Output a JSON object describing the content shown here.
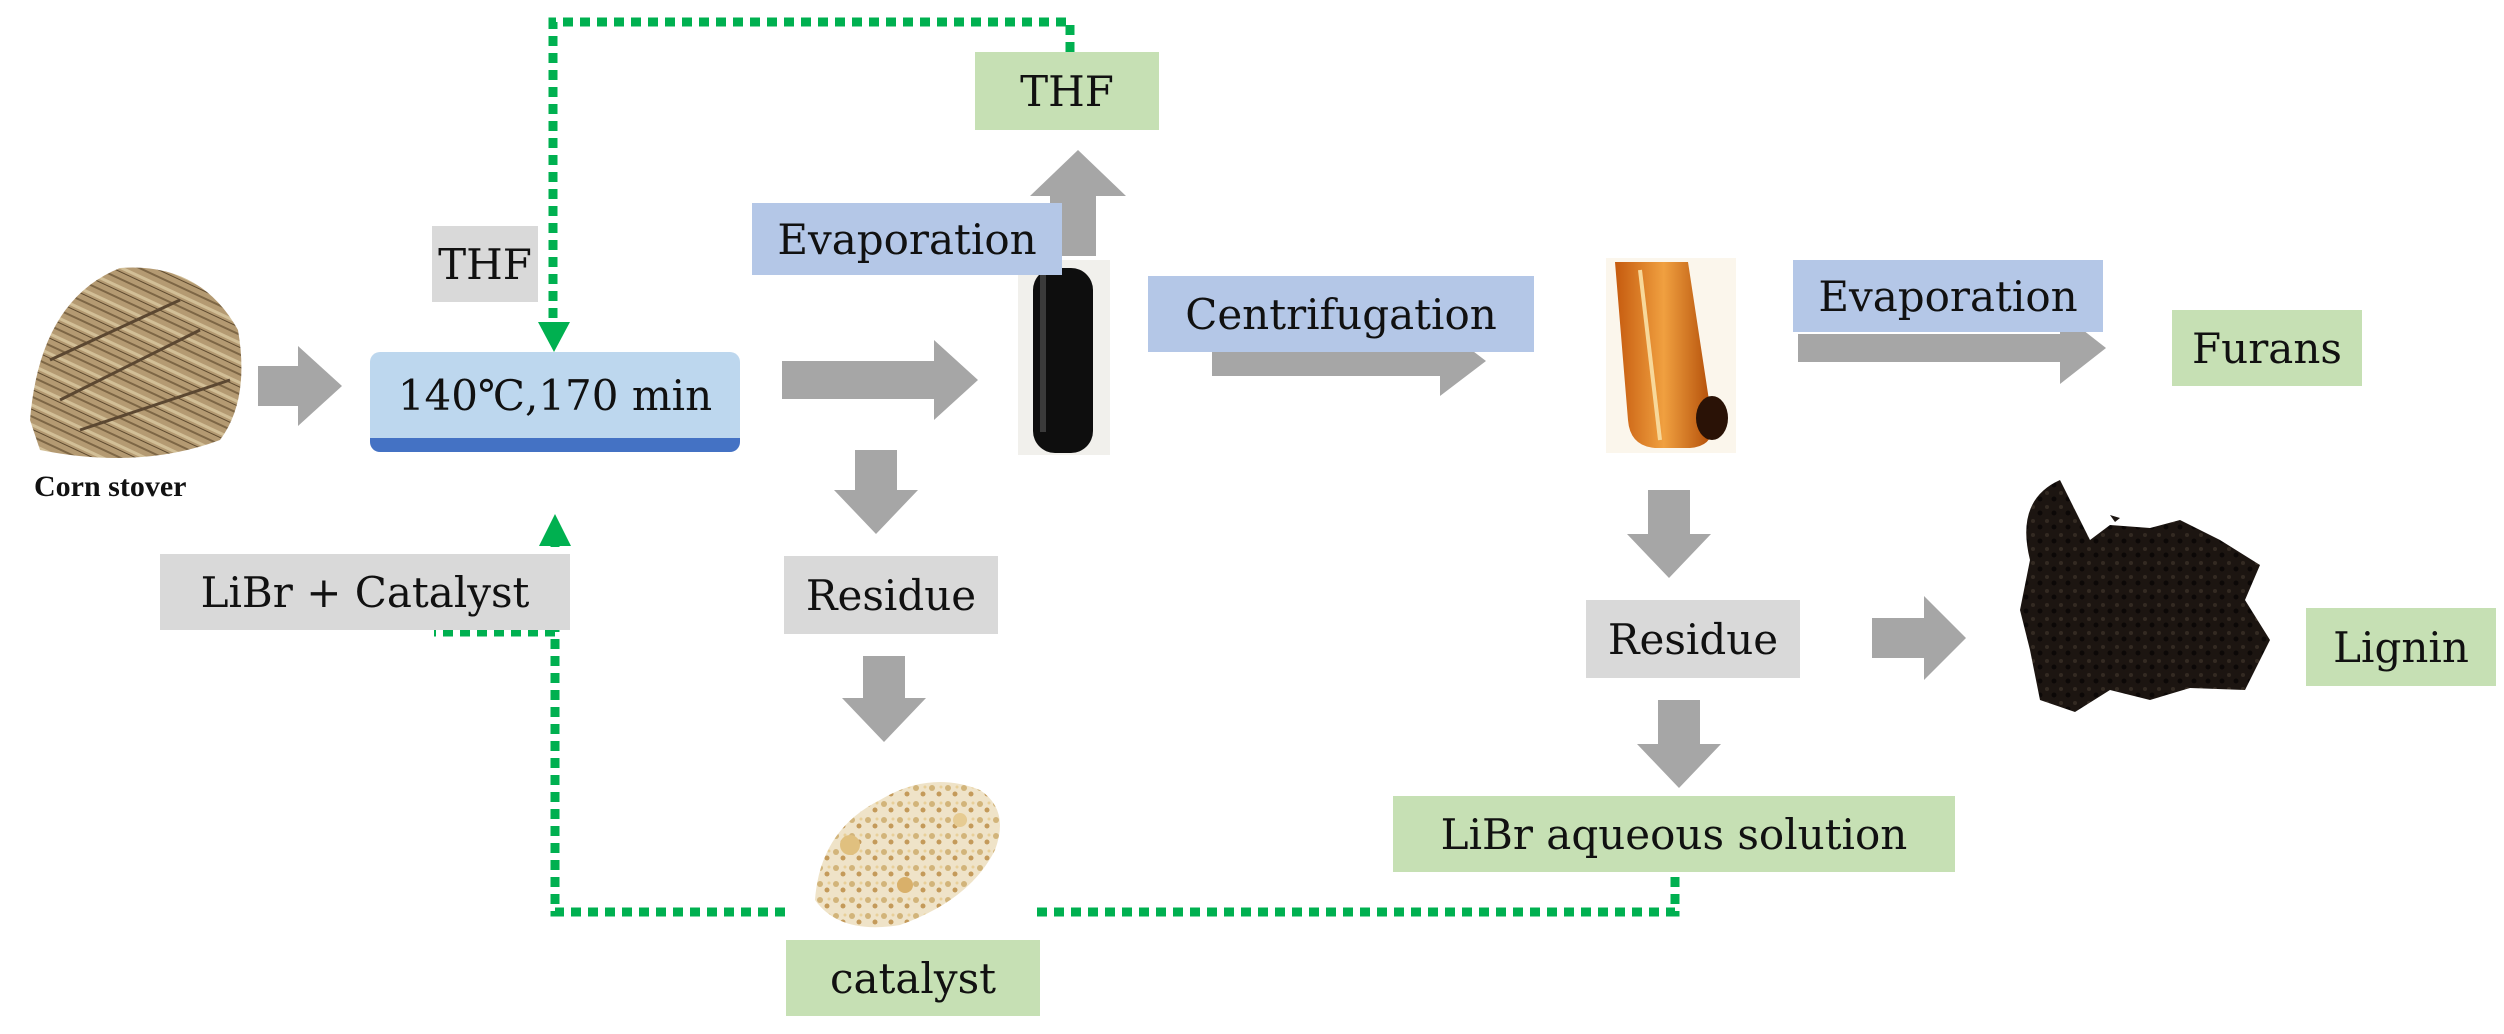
{
  "colors": {
    "flow_arrow": "#a6a6a6",
    "recycle_line": "#00b050",
    "reactor_box": "#bdd7ee",
    "reactor_border": "#4472c4",
    "label_grey": "#d9d9d9",
    "label_green": "#c6e0b4",
    "label_blue": "#b4c7e7"
  },
  "feed": {
    "caption": "Corn stover",
    "thf": "THF",
    "libr_catalyst": "LiBr + Catalyst"
  },
  "reactor": {
    "conditions": "140℃,170 min"
  },
  "steps": {
    "evaporation_1": "Evaporation",
    "centrifugation": "Centrifugation",
    "evaporation_2": "Evaporation"
  },
  "outputs": {
    "thf_recovered": "THF",
    "furans": "Furans",
    "lignin": "Lignin",
    "catalyst": "catalyst",
    "libr_solution": "LiBr aqueous solution"
  },
  "intermediates": {
    "residue_1": "Residue",
    "residue_2": "Residue"
  },
  "images": [
    "corn-stover-photo",
    "dark-liquor-tube-photo",
    "amber-liquid-tube-photo",
    "lignin-powder-photo",
    "catalyst-powder-photo"
  ]
}
